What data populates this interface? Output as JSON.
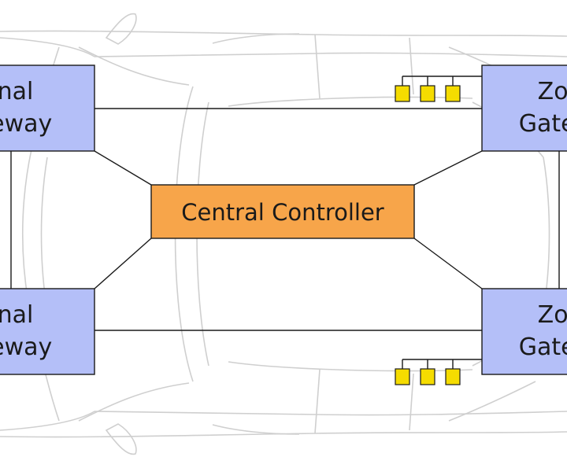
{
  "central_controller": {
    "label": "Central Controller",
    "color": "#f7a54a"
  },
  "gateways": {
    "color": "#b4bff8",
    "top_left": {
      "line1": "Zonal",
      "line2": "Gateway"
    },
    "top_right": {
      "line1": "Zonal",
      "line2": "Gateway"
    },
    "bottom_left": {
      "line1": "Zonal",
      "line2": "Gateway"
    },
    "bottom_right": {
      "line1": "Zonal",
      "line2": "Gateway"
    }
  },
  "sensor_nodes": {
    "color": "#f5dc00",
    "top_count": 3,
    "bottom_count": 3
  },
  "car_outline_color": "#cfcfcf"
}
